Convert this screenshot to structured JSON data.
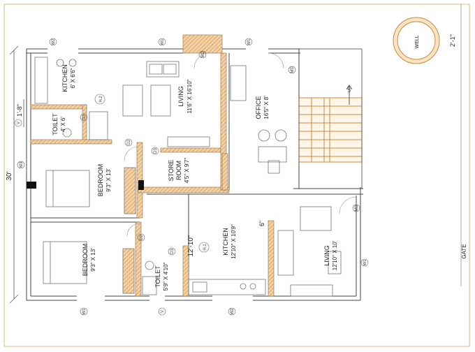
{
  "rooms": {
    "kitchen_top": {
      "name": "KITCHEN",
      "dims": "6' X 6'6\""
    },
    "living_top": {
      "name": "LIVING",
      "dims": "11'6\" X 16'10\""
    },
    "office": {
      "name": "OFFICE",
      "dims": "16'5\" X 8'"
    },
    "toilet_top": {
      "name": "TOILET",
      "dims": "4' X 6'"
    },
    "bedroom_upper": {
      "name": "BEDROOM",
      "dims": "9'3\" X 13'"
    },
    "store_room": {
      "name": "STORE",
      "name2": "ROOM",
      "dims": "4'5\" X 9'7\""
    },
    "kitchen_bottom": {
      "name": "KITCHEN",
      "dims": "12'10\" X 10'9\""
    },
    "living_bottom": {
      "name": "LIVING",
      "dims": "12'10\" X 10'"
    },
    "bedroom_lower": {
      "name": "BEDROOM",
      "dims": "9'3\" X 13'"
    },
    "toilet_bottom": {
      "name": "TOILET",
      "dims": "5'9\" X 4'10\""
    }
  },
  "site": {
    "well": "WELL",
    "well_dim": "2'-1\"",
    "gate": "GATE",
    "stair_up": "UP",
    "dim_30": "30'",
    "dim_1_8": "1'-8\"",
    "dim_12_10": "12'-10\"",
    "dim_6": "6\""
  },
  "tags": {
    "w2_top": "W2",
    "w1_top": "W1",
    "md_top": "MD",
    "w1_top2": "W1",
    "md_office": "MD",
    "h2": "H.2",
    "d3_toilet": "D3",
    "v_left": "V",
    "w3_left": "W3",
    "d2_bed": "D2",
    "d3_store": "D3",
    "h1": "H.1",
    "d2_bed2": "D2",
    "d3_toilet2": "D3",
    "md_right": "MD",
    "w1_right": "W1",
    "w1_bottom": "W1",
    "v_bottom": "V",
    "w2_bottom": "W2"
  },
  "colors": {
    "wall": "#e0a15e",
    "wall_edge": "#8a6a45",
    "hatch": "#c98a3c",
    "line": "#555555",
    "well_fill": "#fbe3c4"
  }
}
